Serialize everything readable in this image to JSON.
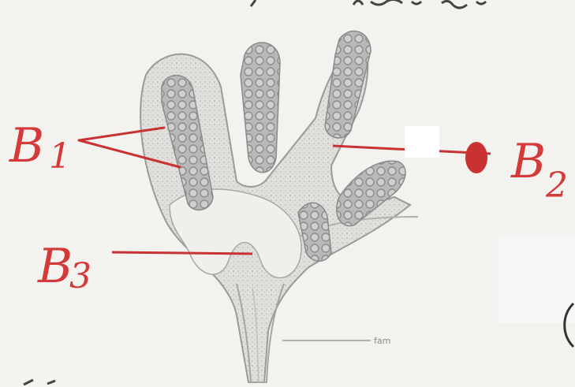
{
  "labels": {
    "b1": {
      "main": "B",
      "sub": "1"
    },
    "b2": {
      "main": "B",
      "sub": "2"
    },
    "b3": {
      "main": "B",
      "sub": "3"
    },
    "small_pencil_label": "fam"
  },
  "colors": {
    "ink_red": "#d33a3a",
    "pencil_gray": "#9a9a9a",
    "background": "#f4f2ef"
  }
}
